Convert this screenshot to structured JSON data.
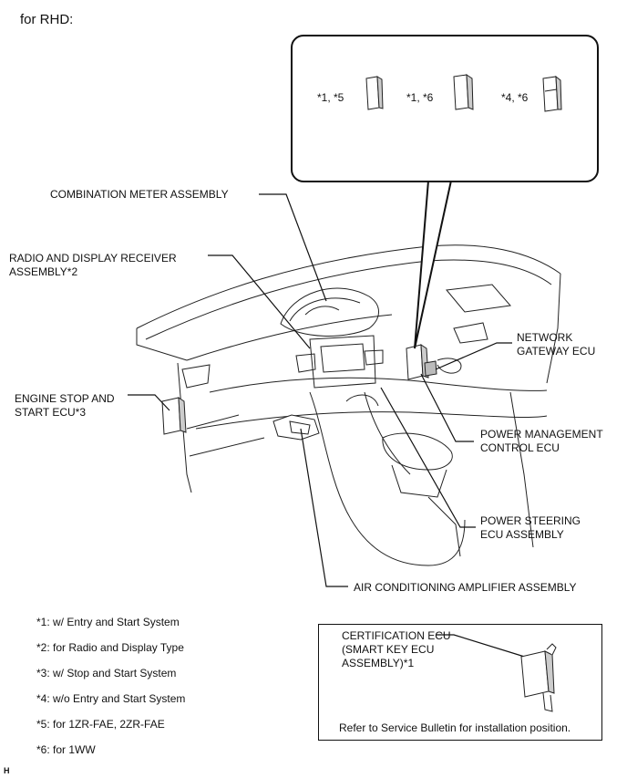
{
  "title": "for RHD:",
  "callout_codes": [
    "*1, *5",
    "*1, *6",
    "*4, *6"
  ],
  "components": {
    "combination_meter": "COMBINATION METER ASSEMBLY",
    "radio_display": "RADIO AND DISPLAY RECEIVER\nASSEMBLY*2",
    "engine_stop_start": "ENGINE STOP AND\nSTART ECU*3",
    "network_gateway": "NETWORK\nGATEWAY ECU",
    "power_management": "POWER MANAGEMENT\nCONTROL ECU",
    "power_steering": "POWER STEERING\nECU ASSEMBLY",
    "air_conditioning": "AIR CONDITIONING AMPLIFIER ASSEMBLY"
  },
  "notes": [
    "*1: w/ Entry and Start System",
    "*2: for Radio and Display Type",
    "*3: w/ Stop and Start System",
    "*4: w/o Entry and Start System",
    "*5: for 1ZR-FAE, 2ZR-FAE",
    "*6: for 1WW"
  ],
  "certification": {
    "label": "CERTIFICATION ECU\n(SMART KEY ECU\nASSEMBLY)*1",
    "note": "Refer to Service Bulletin for installation position."
  },
  "corner_mark": "H"
}
